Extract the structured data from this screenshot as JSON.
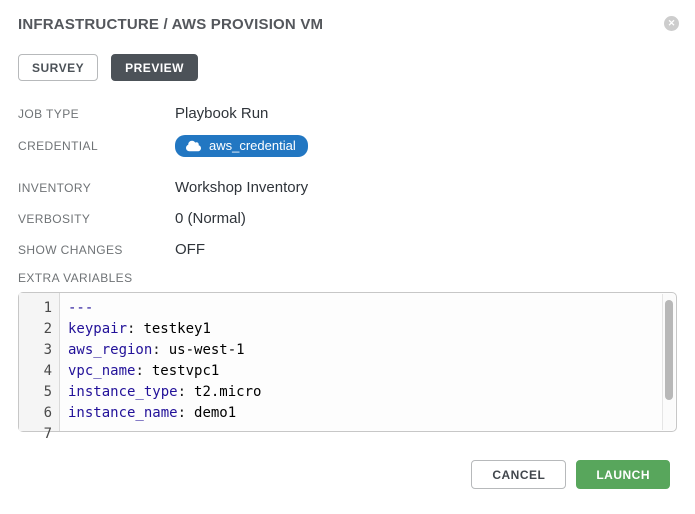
{
  "modal": {
    "title": "INFRASTRUCTURE / AWS PROVISION VM"
  },
  "icons": {
    "close": "✕",
    "credential": "cloud-icon"
  },
  "colors": {
    "badge_blue": "#2277c2",
    "tab_active_dark": "#4c5258",
    "launch_green": "#58a65c",
    "code_key_navy": "#221199"
  },
  "tabs": [
    {
      "label": "SURVEY",
      "active": false
    },
    {
      "label": "PREVIEW",
      "active": true
    }
  ],
  "details": {
    "rows": [
      {
        "label": "JOB TYPE",
        "value": "Playbook Run"
      },
      {
        "label": "CREDENTIAL",
        "value": "aws_credential"
      },
      {
        "label": "INVENTORY",
        "value": "Workshop Inventory"
      },
      {
        "label": "VERBOSITY",
        "value": "0 (Normal)"
      },
      {
        "label": "SHOW CHANGES",
        "value": "OFF"
      }
    ]
  },
  "extra_variables": {
    "label": "EXTRA VARIABLES",
    "lines": [
      {
        "number": "1",
        "key": "---",
        "sep": "",
        "value": ""
      },
      {
        "number": "2",
        "key": "keypair",
        "sep": ":",
        "value": "testkey1"
      },
      {
        "number": "3",
        "key": "aws_region",
        "sep": ":",
        "value": "us-west-1"
      },
      {
        "number": "4",
        "key": "vpc_name",
        "sep": ":",
        "value": "testvpc1"
      },
      {
        "number": "5",
        "key": "instance_type",
        "sep": ":",
        "value": "t2.micro"
      },
      {
        "number": "6",
        "key": "instance_name",
        "sep": ":",
        "value": "demo1"
      },
      {
        "number": "7",
        "key": "",
        "sep": "",
        "value": ""
      }
    ]
  },
  "footer": {
    "cancel_label": "CANCEL",
    "launch_label": "LAUNCH"
  }
}
